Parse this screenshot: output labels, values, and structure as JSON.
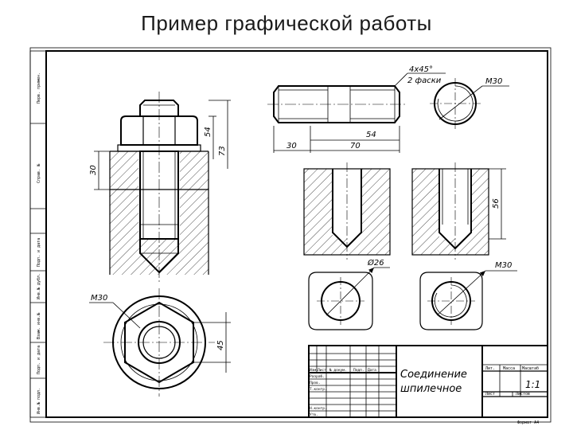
{
  "slide": {
    "title": "Пример графической работы"
  },
  "drawing": {
    "dims": {
      "d54_vert": "54",
      "d73": "73",
      "d30_vert": "30",
      "chamfer_top": "4x45°",
      "chamfer_bottom": "2 фаски",
      "m30_stud": "M30",
      "d54_horiz": "54",
      "d30_horiz": "30",
      "d70": "70",
      "d56": "56",
      "d26": "Ø26",
      "m30_section": "M30",
      "m30_nut": "M30",
      "d45": "45"
    },
    "side_stamp": {
      "cells": [
        "Инв.№ подл.",
        "Подп. и дата",
        "Взам. инв.№",
        "Инв.№ дубл.",
        "Подп. и дата",
        "Справ. №",
        "Перв. примен."
      ]
    },
    "title_block": {
      "row_labels": [
        "Изм.",
        "Лист",
        "№ докум.",
        "Подп.",
        "Дата"
      ],
      "roles": [
        "Разраб.",
        "Пров.",
        "Т.контр.",
        "Н.контр.",
        "Утв."
      ],
      "name_line1": "Соединение",
      "name_line2": "шпилечное",
      "col_headers": [
        "Лит.",
        "Масса",
        "Масштаб"
      ],
      "scale": "1:1",
      "sheet_label": "Лист",
      "sheets_label": "Листов",
      "format": "Формат A4"
    }
  }
}
